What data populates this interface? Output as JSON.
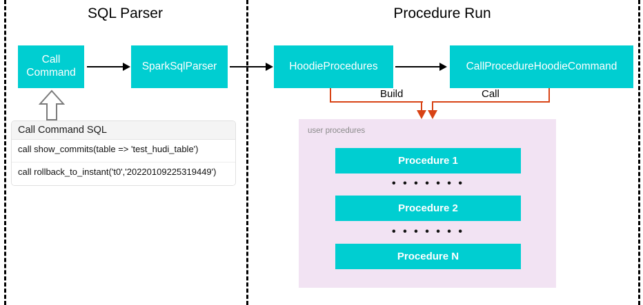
{
  "diagram": {
    "sections": [
      {
        "id": "sql-parser",
        "title": "SQL Parser"
      },
      {
        "id": "procedure-run",
        "title": "Procedure Run"
      }
    ],
    "nodes": [
      {
        "id": "call-command",
        "label": "Call\nCommand",
        "line1": "Call",
        "line2": "Command",
        "color": "#00CED1"
      },
      {
        "id": "spark-sql-parser",
        "label": "SparkSqlParser",
        "color": "#00CED1"
      },
      {
        "id": "hoodie-procedures",
        "label": "HoodieProcedures",
        "color": "#00CED1"
      },
      {
        "id": "call-procedure-hoodie-command",
        "label": "CallProcedureHoodieCommand",
        "color": "#00CED1"
      }
    ],
    "edge_labels": {
      "build": "Build",
      "call": "Call"
    },
    "panel": {
      "caption": "user procedures",
      "background": "#F2E3F3",
      "procedures": [
        {
          "id": "procedure-1",
          "label": "Procedure 1"
        },
        {
          "id": "procedure-2",
          "label": "Procedure 2"
        },
        {
          "id": "procedure-n",
          "label": "Procedure N"
        }
      ],
      "ellipsis": "• • • • • • •"
    },
    "sql_table": {
      "header": "Call Command SQL",
      "rows": [
        "call show_commits(table => 'test_hudi_table')",
        "call rollback_to_instant('t0','20220109225319449')"
      ]
    },
    "colors": {
      "node_fill": "#00CED1",
      "connector_orange": "#D84315",
      "connector_black": "#000000",
      "panel_fill": "#F2E3F3",
      "divider": "#000000"
    }
  }
}
